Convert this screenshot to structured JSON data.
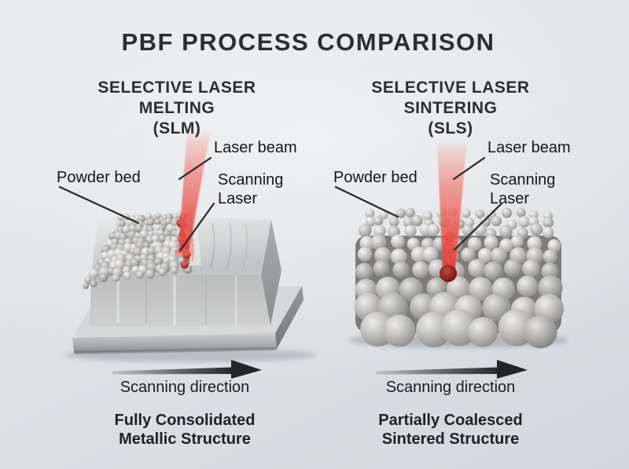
{
  "title": "PBF PROCESS COMPARISON",
  "slm": {
    "heading1": "SELECTIVE LASER",
    "heading2": "MELTING",
    "heading3": "(SLM)",
    "label_laser_beam": "Laser beam",
    "label_powder_bed": "Powder bed",
    "label_scanning_1": "Scanning",
    "label_scanning_2": "Laser",
    "scan_direction": "Scanning direction",
    "caption1": "Fully Consolidated",
    "caption2": "Metallic Structure"
  },
  "sls": {
    "heading1": "SELECTIVE LASER",
    "heading2": "SINTERING",
    "heading3": "(SLS)",
    "label_laser_beam": "Laser beam",
    "label_powder_bed": "Powder bed",
    "label_scanning_1": "Scanning",
    "label_scanning_2": "Laser",
    "scan_direction": "Scanning direction",
    "caption1": "Partially Coalesced",
    "caption2": "Sintered Structure"
  },
  "colors": {
    "background": "#dfe3e6",
    "ink": "#2c2e30",
    "laser_red": "#e4574e",
    "metal_gray": "#c6c8ca",
    "powder_gray": "#c9c8c6"
  }
}
